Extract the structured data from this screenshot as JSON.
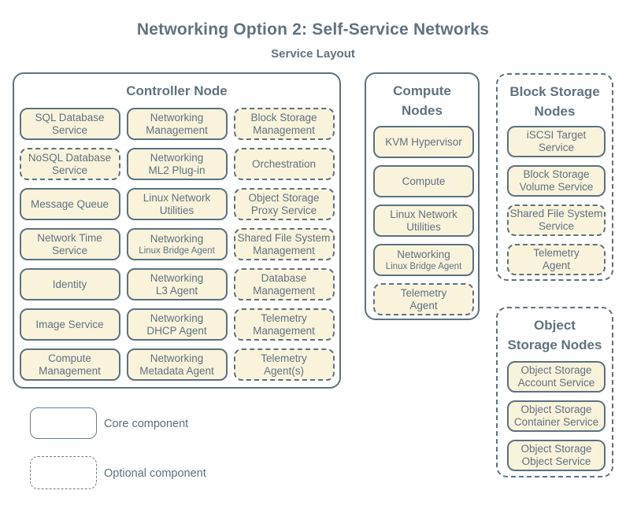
{
  "title": "Networking Option 2: Self-Service Networks",
  "subtitle": "Service Layout",
  "colors": {
    "background": "#ffffff",
    "box_fill": "#faf3dc",
    "line": "#5a7280",
    "text": "#5f7280"
  },
  "legend": {
    "core_label": "Core component",
    "optional_label": "Optional component"
  },
  "nodes": [
    {
      "id": "controller-node",
      "title": "Controller Node",
      "style": "core",
      "services": [
        {
          "lines": [
            "SQL Database",
            "Service"
          ],
          "style": "core"
        },
        {
          "lines": [
            "Networking",
            "Management"
          ],
          "style": "core"
        },
        {
          "lines": [
            "Block Storage",
            "Management"
          ],
          "style": "optional"
        },
        {
          "lines": [
            "NoSQL Database",
            "Service"
          ],
          "style": "optional"
        },
        {
          "lines": [
            "Networking",
            "ML2 Plug-in"
          ],
          "style": "core"
        },
        {
          "lines": [
            "Orchestration"
          ],
          "style": "optional"
        },
        {
          "lines": [
            "Message Queue"
          ],
          "style": "core"
        },
        {
          "lines": [
            "Linux Network",
            "Utilities"
          ],
          "style": "core"
        },
        {
          "lines": [
            "Object Storage",
            "Proxy Service"
          ],
          "style": "optional"
        },
        {
          "lines": [
            "Network Time",
            "Service"
          ],
          "style": "core"
        },
        {
          "lines": [
            "Networking",
            "Linux Bridge Agent"
          ],
          "small_line2": true,
          "style": "core"
        },
        {
          "lines": [
            "Shared File System",
            "Management"
          ],
          "style": "optional"
        },
        {
          "lines": [
            "Identity"
          ],
          "style": "core"
        },
        {
          "lines": [
            "Networking",
            "L3 Agent"
          ],
          "style": "core"
        },
        {
          "lines": [
            "Database",
            "Management"
          ],
          "style": "optional"
        },
        {
          "lines": [
            "Image Service"
          ],
          "style": "core"
        },
        {
          "lines": [
            "Networking",
            "DHCP Agent"
          ],
          "style": "core"
        },
        {
          "lines": [
            "Telemetry",
            "Management"
          ],
          "style": "optional"
        },
        {
          "lines": [
            "Compute",
            "Management"
          ],
          "style": "core"
        },
        {
          "lines": [
            "Networking",
            "Metadata Agent"
          ],
          "style": "core"
        },
        {
          "lines": [
            "Telemetry",
            "Agent(s)"
          ],
          "style": "optional"
        }
      ]
    },
    {
      "id": "compute-nodes",
      "title": "Compute\nNodes",
      "style": "core",
      "services": [
        {
          "lines": [
            "KVM Hypervisor"
          ],
          "style": "core"
        },
        {
          "lines": [
            "Compute"
          ],
          "style": "core"
        },
        {
          "lines": [
            "Linux Network",
            "Utilities"
          ],
          "style": "core"
        },
        {
          "lines": [
            "Networking",
            "Linux Bridge Agent"
          ],
          "small_line2": true,
          "style": "core"
        },
        {
          "lines": [
            "Telemetry",
            "Agent"
          ],
          "style": "optional"
        }
      ]
    },
    {
      "id": "block-storage-nodes",
      "title": "Block Storage\nNodes",
      "style": "optional",
      "services": [
        {
          "lines": [
            "iSCSI Target",
            "Service"
          ],
          "style": "core"
        },
        {
          "lines": [
            "Block Storage",
            "Volume Service"
          ],
          "style": "core"
        },
        {
          "lines": [
            "Shared File System",
            "Service"
          ],
          "style": "optional"
        },
        {
          "lines": [
            "Telemetry",
            "Agent"
          ],
          "style": "optional"
        }
      ]
    },
    {
      "id": "object-storage-nodes",
      "title": "Object\nStorage Nodes",
      "style": "optional",
      "services": [
        {
          "lines": [
            "Object Storage",
            "Account Service"
          ],
          "style": "core"
        },
        {
          "lines": [
            "Object Storage",
            "Container Service"
          ],
          "style": "core"
        },
        {
          "lines": [
            "Object Storage",
            "Object Service"
          ],
          "style": "core"
        }
      ]
    }
  ]
}
